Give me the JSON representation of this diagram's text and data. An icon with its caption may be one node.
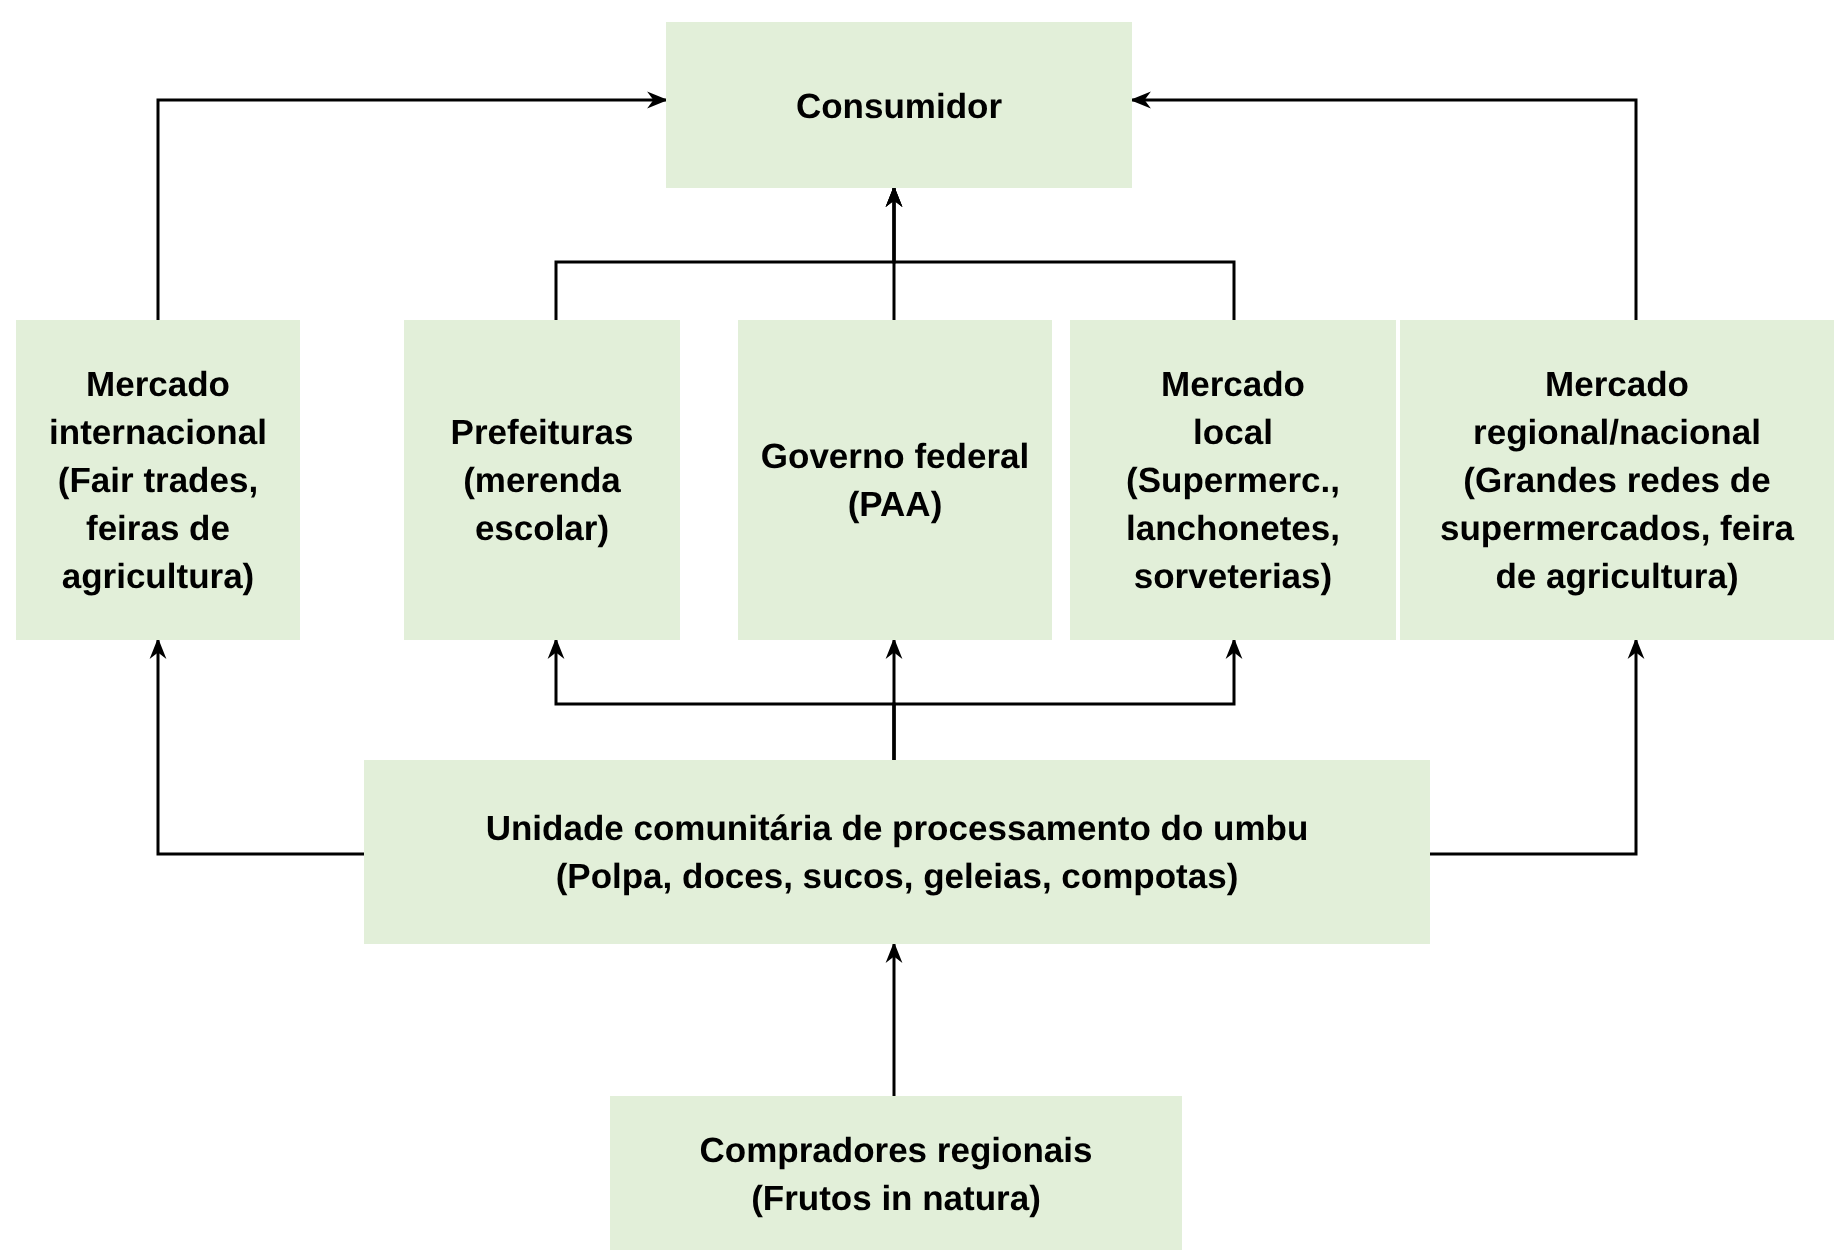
{
  "diagram": {
    "nodes": [
      {
        "text": [
          "Consumidor"
        ]
      },
      {
        "text": [
          "Mercado internacional (Fair trades, feiras de agricultura)"
        ]
      },
      {
        "text": [
          "Prefeituras (merenda escolar)"
        ]
      },
      {
        "text": [
          "Governo federal (PAA)"
        ]
      },
      {
        "text": [
          "Mercado local (Supermerc., lanchonetes, sorveterias)"
        ]
      },
      {
        "text": [
          "Mercado regional/nacional (Grandes redes de supermercados, feira de agricultura)"
        ]
      },
      {
        "text": [
          "Unidade comunitária de processamento do umbu (Polpa, doces, sucos, geleias, compotas)"
        ]
      },
      {
        "text": [
          "Compradores regionais (Frutos in natura)"
        ]
      }
    ],
    "edges": [
      {
        "from": 1,
        "to": 0,
        "arrow": "to"
      },
      {
        "from": 5,
        "to": 0,
        "arrow": "to"
      },
      {
        "from": 2,
        "to": 0,
        "arrow": "to"
      },
      {
        "from": 3,
        "to": 0,
        "arrow": "to"
      },
      {
        "from": 4,
        "to": 0,
        "arrow": "to"
      },
      {
        "from": 6,
        "to": 1,
        "arrow": "to"
      },
      {
        "from": 6,
        "to": 5,
        "arrow": "to"
      },
      {
        "from": 6,
        "to": 2,
        "arrow": "to"
      },
      {
        "from": 6,
        "to": 3,
        "arrow": "to"
      },
      {
        "from": 6,
        "to": 4,
        "arrow": "to"
      },
      {
        "from": 7,
        "to": 6,
        "arrow": "to"
      }
    ]
  }
}
